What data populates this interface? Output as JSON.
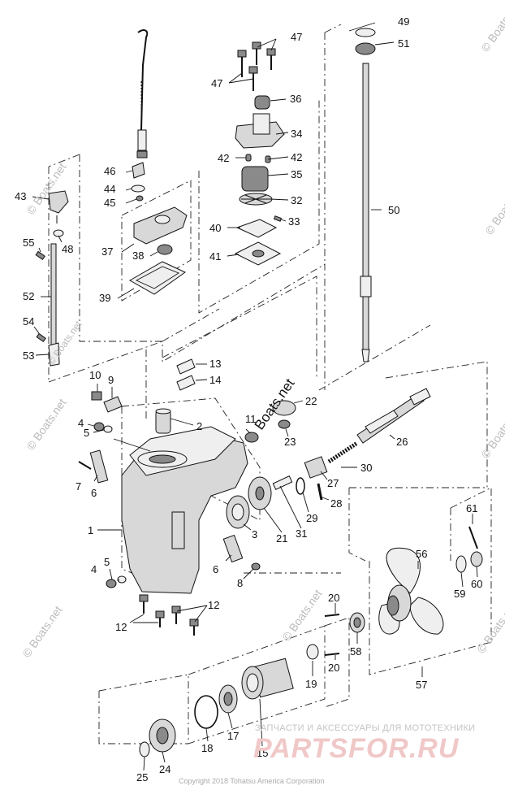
{
  "labels": {
    "p1": "1",
    "p2": "2",
    "p3": "3",
    "p4a": "4",
    "p4b": "4",
    "p5a": "5",
    "p5b": "5",
    "p6a": "6",
    "p6b": "6",
    "p7": "7",
    "p8": "8",
    "p9": "9",
    "p10": "10",
    "p11": "11",
    "p12a": "12",
    "p12b": "12",
    "p13": "13",
    "p14": "14",
    "p15": "15",
    "p17": "17",
    "p18": "18",
    "p19": "19",
    "p20a": "20",
    "p20b": "20",
    "p21": "21",
    "p22": "22",
    "p23": "23",
    "p24": "24",
    "p25": "25",
    "p26": "26",
    "p27": "27",
    "p28": "28",
    "p29": "29",
    "p30": "30",
    "p31": "31",
    "p32": "32",
    "p33": "33",
    "p34": "34",
    "p35": "35",
    "p36": "36",
    "p37": "37",
    "p38": "38",
    "p39": "39",
    "p40": "40",
    "p41": "41",
    "p42a": "42",
    "p42b": "42",
    "p43": "43",
    "p44": "44",
    "p45": "45",
    "p46": "46",
    "p47a": "47",
    "p47b": "47",
    "p48": "48",
    "p49": "49",
    "p50": "50",
    "p51": "51",
    "p52": "52",
    "p53": "53",
    "p54": "54",
    "p55": "55",
    "p56": "56",
    "p57": "57",
    "p58": "58",
    "p59": "59",
    "p60": "60",
    "p61": "61"
  },
  "watermarks": {
    "boats": "© Boats.net",
    "boats_center": "Boats.net"
  },
  "brand": {
    "tagline": "ЗАПЧАСТИ И АКСЕССУАРЫ ДЛЯ МОТОТЕХНИКИ",
    "logo": "PARTSFOR.RU"
  },
  "copyright": "Copyright 2018 Tohatsu America Corporation"
}
